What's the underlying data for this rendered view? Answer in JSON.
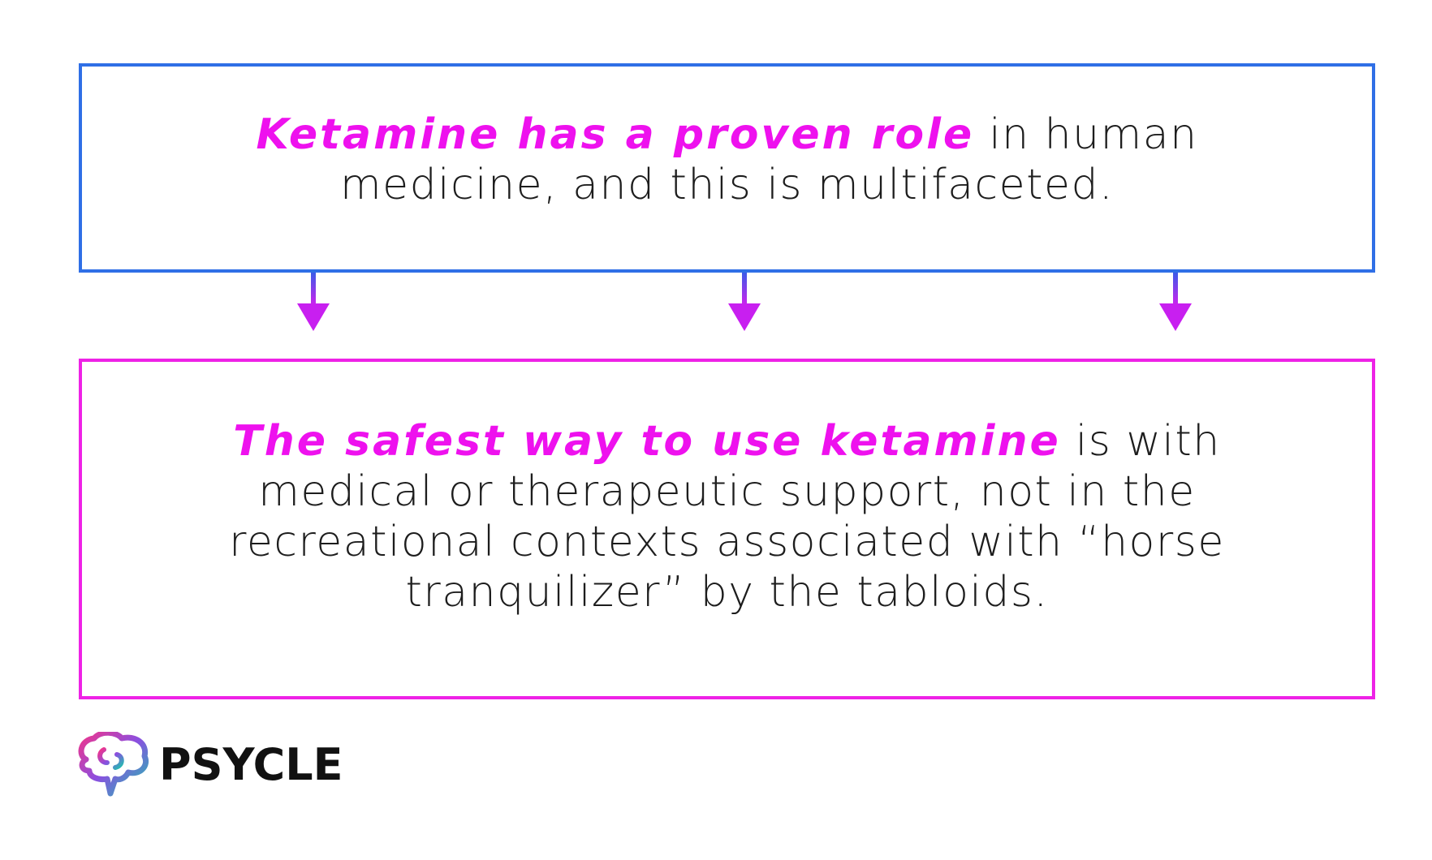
{
  "top_box": {
    "highlight": "Ketamine has a proven role",
    "rest": " in human medicine, and this is multifaceted."
  },
  "bottom_box": {
    "highlight": "The safest way to use ketamine",
    "rest": " is with medical or therapeutic support, not in the recreational contexts associated with “horse tranquilizer” by the tabloids."
  },
  "arrows": {
    "count": 3,
    "gradient_start": "#3b5be8",
    "gradient_end": "#cc22ee"
  },
  "logo": {
    "name": "PSYCLE",
    "icon": "brain-icon"
  },
  "colors": {
    "highlight": "#ee11ee",
    "top_border": "#2f6fe6",
    "bottom_border": "#ee22e6",
    "text": "#1d1d1d"
  }
}
